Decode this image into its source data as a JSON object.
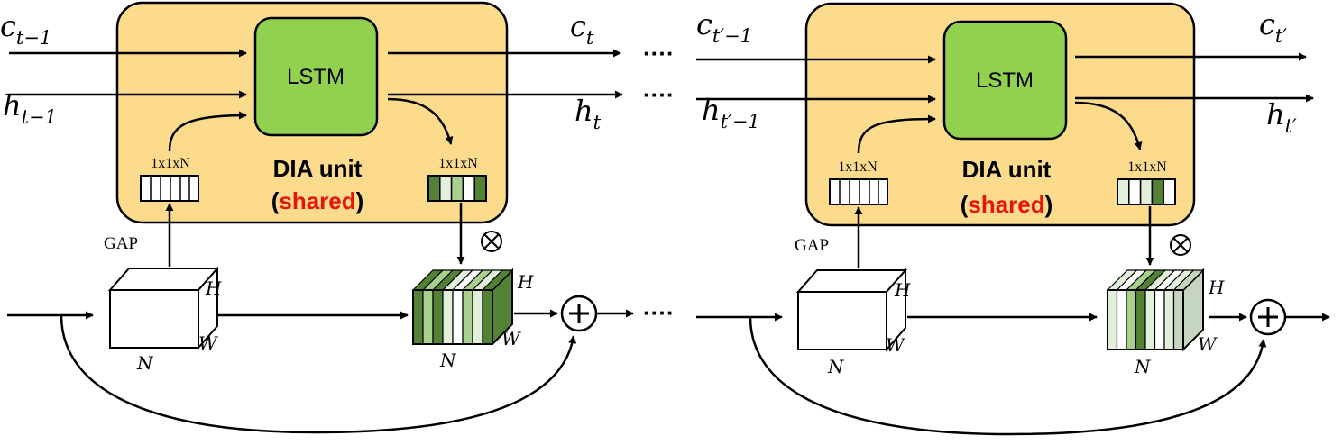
{
  "colors": {
    "unit_fill": "#fcdc8c",
    "lstm_fill": "#92d050",
    "shared_text": "#e8140c",
    "green_dark": "#548235",
    "green_mid": "#a9d18e",
    "green_light": "#e2efda",
    "green_gray": "#c5d5bf"
  },
  "icons": {
    "multiply": "circled-times-icon",
    "add": "circled-plus-icon"
  },
  "left_block": {
    "c_in": {
      "base": "c",
      "sub": "t−1"
    },
    "h_in": {
      "base": "h",
      "sub": "t−1"
    },
    "c_out": {
      "base": "c",
      "sub": "t"
    },
    "h_out": {
      "base": "h",
      "sub": "t"
    },
    "lstm_label": "LSTM",
    "unit_title": "DIA unit",
    "paren_open": "(",
    "shared_label": "shared",
    "paren_close": ")",
    "vec_in_label": "1x1xN",
    "vec_out_label": "1x1xN",
    "gap_label": "GAP",
    "cube_in": {
      "h": "H",
      "w": "W",
      "n": "N"
    },
    "cube_out": {
      "h": "H",
      "w": "W",
      "n": "N"
    },
    "out_vector_strips": [
      "dark",
      "light",
      "mid",
      "white",
      "dark"
    ],
    "out_cube_strips": [
      "dark",
      "mid",
      "dark",
      "light",
      "white",
      "mid",
      "light",
      "dark"
    ]
  },
  "right_block": {
    "c_in": {
      "base": "c",
      "sub": "t′−1"
    },
    "h_in": {
      "base": "h",
      "sub": "t′−1"
    },
    "c_out": {
      "base": "c",
      "sub": "t′"
    },
    "h_out": {
      "base": "h",
      "sub": "t′"
    },
    "lstm_label": "LSTM",
    "unit_title": "DIA unit",
    "paren_open": "(",
    "shared_label": "shared",
    "paren_close": ")",
    "vec_in_label": "1x1xN",
    "vec_out_label": "1x1xN",
    "gap_label": "GAP",
    "cube_in": {
      "h": "H",
      "w": "W",
      "n": "N"
    },
    "cube_out": {
      "h": "H",
      "w": "W",
      "n": "N"
    },
    "out_vector_strips": [
      "light",
      "white",
      "light",
      "dark",
      "white"
    ],
    "out_cube_strips": [
      "light",
      "white",
      "mid",
      "dark",
      "light",
      "white",
      "light",
      "gray"
    ]
  },
  "ellipsis": "····"
}
